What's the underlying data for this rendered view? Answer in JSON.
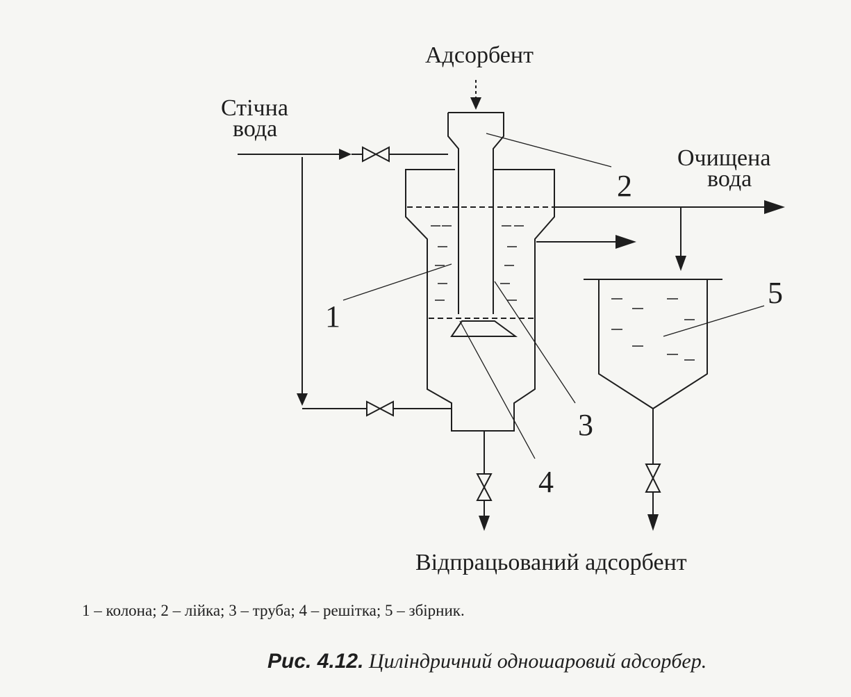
{
  "labels": {
    "adsorbent_in": "Адсорбент",
    "wastewater_line1": "Стічна",
    "wastewater_line2": "вода",
    "clean_water_line1": "Очищена",
    "clean_water_line2": "вода",
    "spent_adsorbent": "Відпрацьований адсорбент"
  },
  "callouts": [
    "1",
    "2",
    "3",
    "4",
    "5"
  ],
  "legend": "1 – колона; 2 – лійка; 3 – труба; 4 – решітка; 5 – збірник.",
  "caption": {
    "figure_number": "Рис. 4.12.",
    "title": "Циліндричний одношаровий адсорбер."
  }
}
